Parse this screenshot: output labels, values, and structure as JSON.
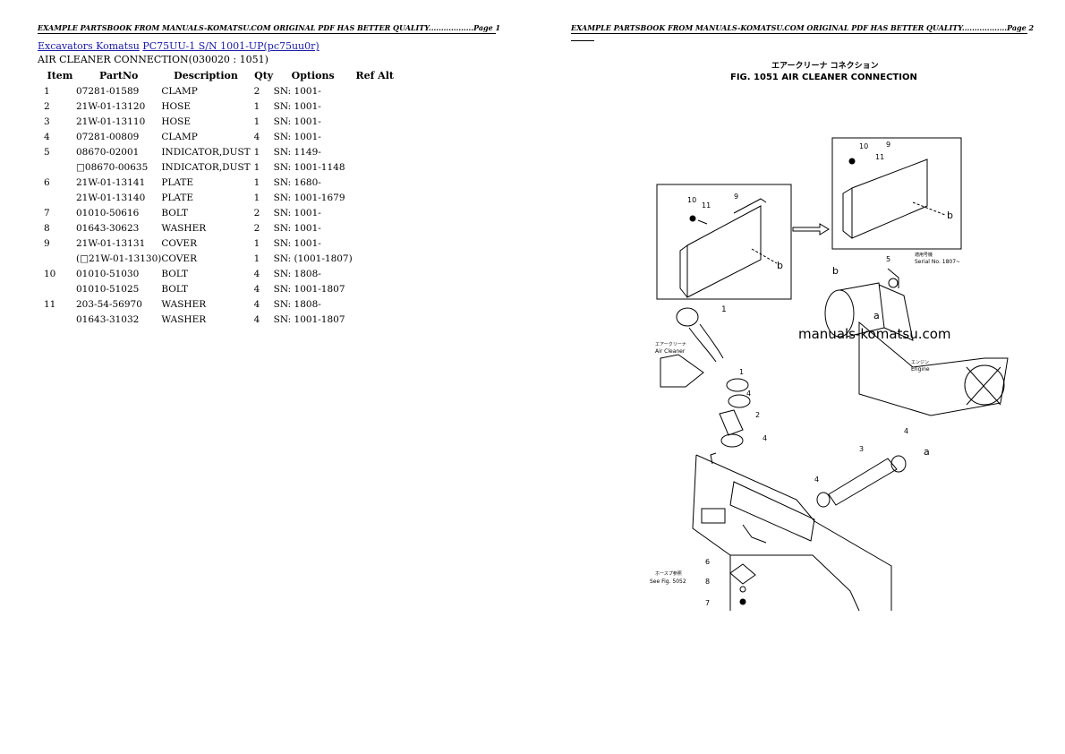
{
  "page_header_left": "EXAMPLE PARTSBOOK FROM MANUALS-KOMATSU.COM ORIGINAL PDF HAS BETTER QUALITY..................Page 1",
  "page_header_right": "EXAMPLE PARTSBOOK FROM MANUALS-KOMATSU.COM ORIGINAL PDF HAS BETTER QUALITY..................Page 2",
  "breadcrumb": {
    "link1": "Excavators Komatsu",
    "link2": "PC75UU-1 S/N 1001-UP(pc75uu0r)"
  },
  "section_title": "AIR CLEANER CONNECTION(030020 : 1051)",
  "table": {
    "headers": [
      "Item",
      "PartNo",
      "Description",
      "Qty",
      "Options",
      "Ref Alt"
    ],
    "rows": [
      {
        "item": "1",
        "part": "07281-01589",
        "desc": "CLAMP",
        "qty": "2",
        "opt": "SN: 1001-"
      },
      {
        "item": "2",
        "part": "21W-01-13120",
        "desc": "HOSE",
        "qty": "1",
        "opt": "SN: 1001-"
      },
      {
        "item": "3",
        "part": "21W-01-13110",
        "desc": "HOSE",
        "qty": "1",
        "opt": "SN: 1001-"
      },
      {
        "item": "4",
        "part": "07281-00809",
        "desc": "CLAMP",
        "qty": "4",
        "opt": "SN: 1001-"
      },
      {
        "item": "5",
        "part": "08670-02001",
        "desc": "INDICATOR,DUST",
        "qty": "1",
        "opt": "SN: 1149-"
      },
      {
        "item": "",
        "part": "□08670-00635",
        "desc": "INDICATOR,DUST",
        "qty": "1",
        "opt": "SN: 1001-1148"
      },
      {
        "item": "6",
        "part": "21W-01-13141",
        "desc": "PLATE",
        "qty": "1",
        "opt": "SN: 1680-"
      },
      {
        "item": "",
        "part": "21W-01-13140",
        "desc": "PLATE",
        "qty": "1",
        "opt": "SN: 1001-1679"
      },
      {
        "item": "7",
        "part": "01010-50616",
        "desc": "BOLT",
        "qty": "2",
        "opt": "SN: 1001-"
      },
      {
        "item": "8",
        "part": "01643-30623",
        "desc": "WASHER",
        "qty": "2",
        "opt": "SN: 1001-"
      },
      {
        "item": "9",
        "part": "21W-01-13131",
        "desc": "COVER",
        "qty": "1",
        "opt": "SN: 1001-"
      },
      {
        "item": "",
        "part": "(□21W-01-13130)",
        "desc": "COVER",
        "qty": "1",
        "opt": "SN: (1001-1807)"
      },
      {
        "item": "10",
        "part": "01010-51030",
        "desc": "BOLT",
        "qty": "4",
        "opt": "SN: 1808-"
      },
      {
        "item": "",
        "part": "01010-51025",
        "desc": "BOLT",
        "qty": "4",
        "opt": "SN: 1001-1807"
      },
      {
        "item": "11",
        "part": "203-54-56970",
        "desc": "WASHER",
        "qty": "4",
        "opt": "SN: 1808-"
      },
      {
        "item": "",
        "part": "01643-31032",
        "desc": "WASHER",
        "qty": "4",
        "opt": "SN: 1001-1807"
      }
    ]
  },
  "figure": {
    "title_jp": "エアークリーナ コネクション",
    "title": "FIG. 1051  AIR CLEANER CONNECTION",
    "watermark": "manuals-komatsu.com",
    "serial_jp": "適用号機",
    "serial_note": "Serial No. 1807~",
    "air_cleaner_jp": "エアークリーナ",
    "air_cleaner": "Air Cleaner",
    "engine_jp": "エンジン",
    "engine": "Engine",
    "see_fig_jp": "ホースプ参照",
    "see_fig": "See Fig. 5052",
    "callouts": [
      "1",
      "2",
      "3",
      "4",
      "5",
      "6",
      "7",
      "8",
      "9",
      "10",
      "11",
      "a",
      "b"
    ]
  }
}
